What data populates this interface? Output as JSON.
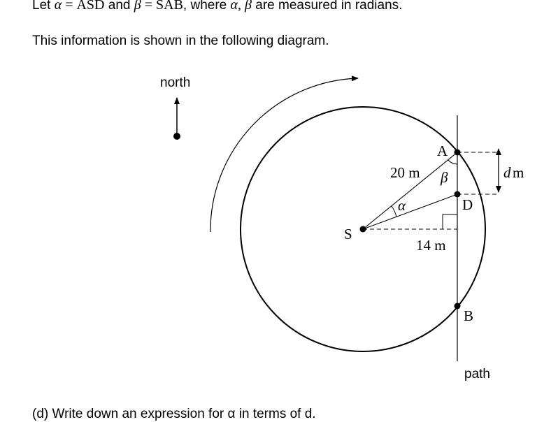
{
  "text": {
    "line1": {
      "p1": "Let ",
      "alpha": "α",
      "eq1": " = ASD",
      "p2": " and ",
      "beta": "β",
      "eq2": " = SAB",
      "p3": ", where ",
      "alpha2": "α",
      "comma": ", ",
      "beta2": "β",
      "p4": " are measured in radians."
    },
    "line2": "This information is shown in the following diagram.",
    "line3": "(d)     Write down an expression for α in terms of d."
  },
  "diagram": {
    "north_label": "north",
    "points": {
      "S": "S",
      "A": "A",
      "D": "D",
      "B": "B"
    },
    "labels": {
      "radius": "20 m",
      "perp_distance": "14 m",
      "d_var": "d",
      "d_unit": "m",
      "alpha": "α",
      "beta": "β",
      "path": "path"
    },
    "values": {
      "radius_m": 20,
      "perp_distance_m": 14
    }
  }
}
